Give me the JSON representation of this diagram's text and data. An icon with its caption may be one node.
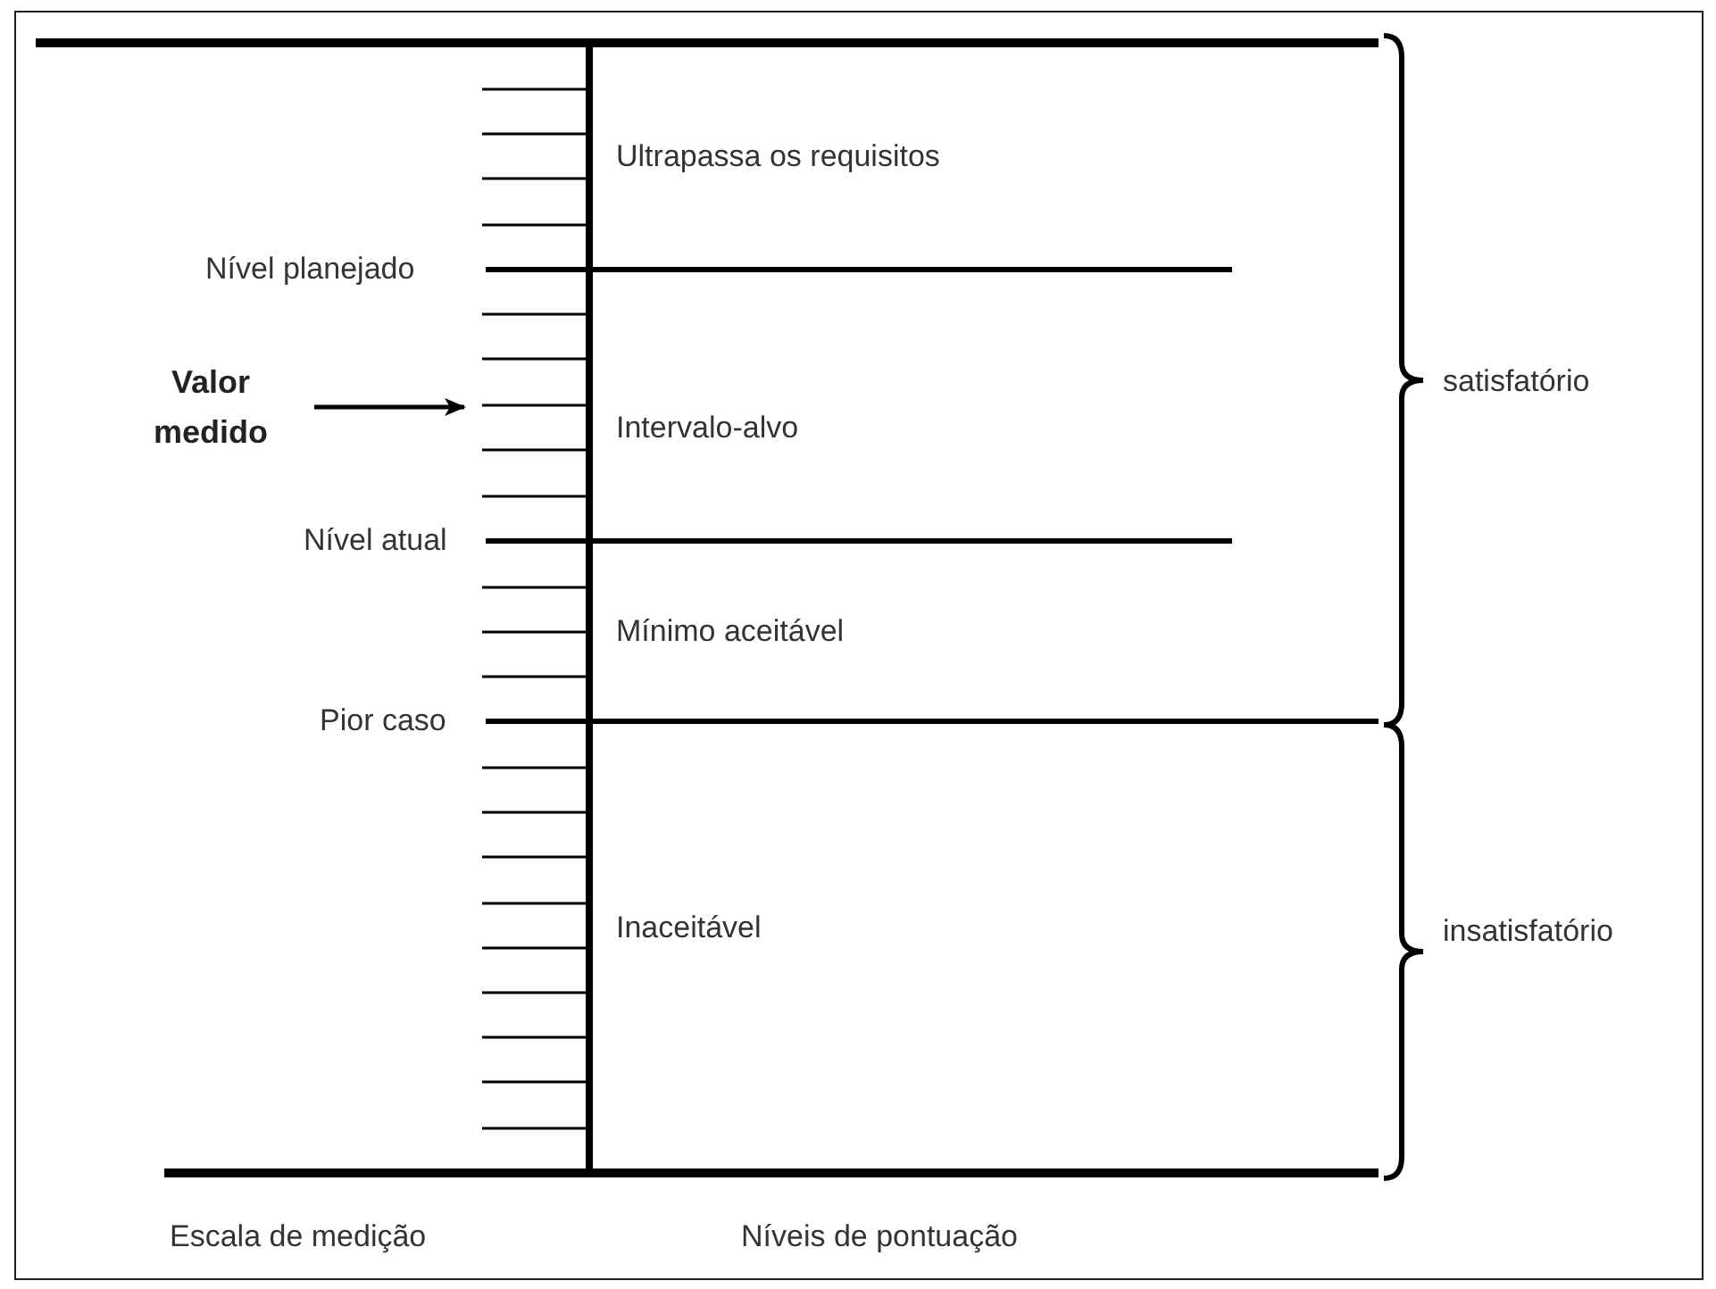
{
  "diagram": {
    "nodes": [
      {
        "text": [
          "Valor medido"
        ]
      },
      {
        "text": [],
        "shape": "scale"
      }
    ],
    "edges": [
      {
        "from": 0,
        "to": 1,
        "arrow": "to"
      }
    ],
    "labels": [
      "Ultrapassa os requisitos",
      "Nível planejado",
      "Intervalo-alvo",
      "Nível atual",
      "Mínimo aceitável",
      "Pior caso",
      "Inaceitável",
      "satisfatório",
      "insatisfatório",
      "Escala de medição",
      "Níveis de pontuação"
    ]
  }
}
